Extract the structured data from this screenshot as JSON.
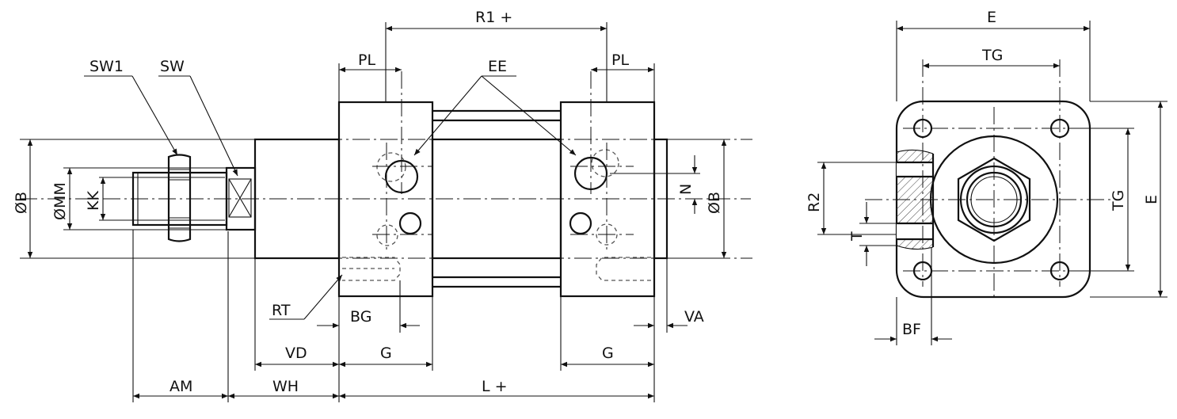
{
  "labels": {
    "r1": "R1 +",
    "pl_left": "PL",
    "pl_right": "PL",
    "ee": "EE",
    "sw1": "SW1",
    "sw": "SW",
    "phi_b_left": "ØB",
    "phi_mm": "ØMM",
    "kk": "KK",
    "n": "N",
    "phi_b_right": "ØB",
    "rt": "RT",
    "bg": "BG",
    "va": "VA",
    "vd": "VD",
    "g_left": "G",
    "g_right": "G",
    "am": "AM",
    "wh": "WH",
    "l": "L +",
    "e_top": "E",
    "tg_top": "TG",
    "r2": "R2",
    "t": "T",
    "tg_side": "TG",
    "e_side": "E",
    "bf": "BF"
  }
}
